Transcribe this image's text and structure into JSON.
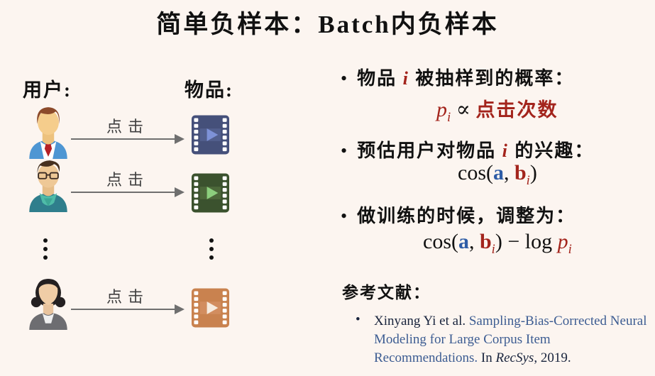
{
  "title": "简单负样本：Batch内负样本",
  "diagram": {
    "users_label": "用户:",
    "items_label": "物品:",
    "rows": [
      {
        "click_label": "点击",
        "user": "man-blue-suit",
        "item": "navy-video"
      },
      {
        "click_label": "点击",
        "user": "man-teal-scarf",
        "item": "green-video"
      },
      {
        "click_label": "点击",
        "user": "woman-gray-suit",
        "item": "orange-video"
      }
    ]
  },
  "bullets": [
    {
      "marker": "•",
      "pre": "物品 ",
      "emph": "i",
      "post": " 被抽样到的概率："
    },
    {
      "marker": "•",
      "pre": "预估用户对物品 ",
      "emph": "i",
      "post": " 的兴趣："
    },
    {
      "marker": "•",
      "pre": "做训练的时候，调整为：",
      "emph": "",
      "post": ""
    }
  ],
  "formula1": {
    "p": "p",
    "p_sub": "i",
    "propto": " ∝ ",
    "clicks": "点击次数"
  },
  "formula2": {
    "cos_open": "cos(",
    "a": "a",
    "comma": ", ",
    "b": "b",
    "b_sub": "i",
    "close": ")"
  },
  "formula3": {
    "cos_open": "cos(",
    "a": "a",
    "comma": ", ",
    "b": "b",
    "b_sub": "i",
    "close": ") − log ",
    "p": "p",
    "p_sub": "i"
  },
  "references": {
    "heading": "参考文献：",
    "items": [
      {
        "marker": "•",
        "authors": "Xinyang Yi et al. ",
        "title": "Sampling-Bias-Corrected Neural Modeling for Large Corpus Item Recommendations.",
        "in": " In ",
        "venue": "RecSys",
        "tail": ", 2019."
      }
    ]
  },
  "colors": {
    "bg": "#fcf5f0",
    "text": "#111111",
    "red": "#a3241c",
    "blue": "#2e5ca6",
    "arrow": "#6f6f6f",
    "click": "#3f3f3f",
    "link": "#3c5c92",
    "refdark": "#18233c",
    "icon1_body": "#45507a",
    "icon1_band": "#525f8e",
    "icon1_tri": "#7e92d8",
    "icon2_body": "#3b522e",
    "icon2_band": "#4c683a",
    "icon2_tri": "#8ccf7d",
    "icon3_body": "#c9824f",
    "icon3_band": "#d28d5f",
    "icon3_tri": "#f6ebdf"
  }
}
